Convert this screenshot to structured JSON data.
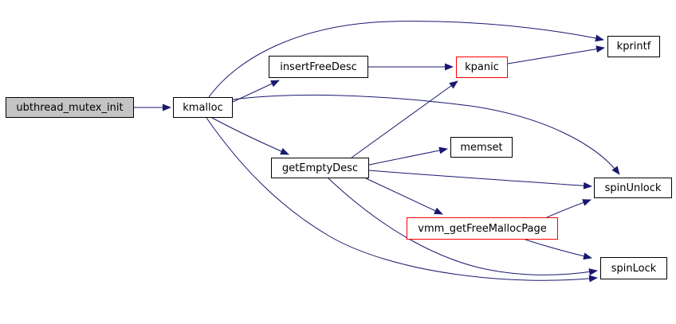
{
  "diagram": {
    "kind": "call-graph",
    "colors": {
      "background": "#ffffff",
      "edge": "#191970",
      "node_border": "#000000",
      "truncated_node_border": "#ff0000",
      "root_node_fill": "#c4c4c4",
      "text": "#000000"
    },
    "nodes": {
      "ubthread_mutex_init": {
        "label": "ubthread_mutex_init",
        "style": "root"
      },
      "kmalloc": {
        "label": "kmalloc",
        "style": "default"
      },
      "insertFreeDesc": {
        "label": "insertFreeDesc",
        "style": "default"
      },
      "kpanic": {
        "label": "kpanic",
        "style": "truncated"
      },
      "kprintf": {
        "label": "kprintf",
        "style": "default"
      },
      "getEmptyDesc": {
        "label": "getEmptyDesc",
        "style": "default"
      },
      "memset": {
        "label": "memset",
        "style": "default"
      },
      "spinUnlock": {
        "label": "spinUnlock",
        "style": "default"
      },
      "vmm_getFreeMallocPage": {
        "label": "vmm_getFreeMallocPage",
        "style": "truncated"
      },
      "spinLock": {
        "label": "spinLock",
        "style": "default"
      }
    },
    "edges": [
      {
        "from": "ubthread_mutex_init",
        "to": "kmalloc"
      },
      {
        "from": "kmalloc",
        "to": "kprintf"
      },
      {
        "from": "kmalloc",
        "to": "insertFreeDesc"
      },
      {
        "from": "kmalloc",
        "to": "getEmptyDesc"
      },
      {
        "from": "kmalloc",
        "to": "spinUnlock"
      },
      {
        "from": "kmalloc",
        "to": "spinLock"
      },
      {
        "from": "insertFreeDesc",
        "to": "kpanic"
      },
      {
        "from": "kpanic",
        "to": "kprintf"
      },
      {
        "from": "getEmptyDesc",
        "to": "kpanic"
      },
      {
        "from": "getEmptyDesc",
        "to": "memset"
      },
      {
        "from": "getEmptyDesc",
        "to": "spinUnlock"
      },
      {
        "from": "getEmptyDesc",
        "to": "vmm_getFreeMallocPage"
      },
      {
        "from": "getEmptyDesc",
        "to": "spinLock"
      },
      {
        "from": "vmm_getFreeMallocPage",
        "to": "spinUnlock"
      },
      {
        "from": "vmm_getFreeMallocPage",
        "to": "spinLock"
      }
    ]
  }
}
